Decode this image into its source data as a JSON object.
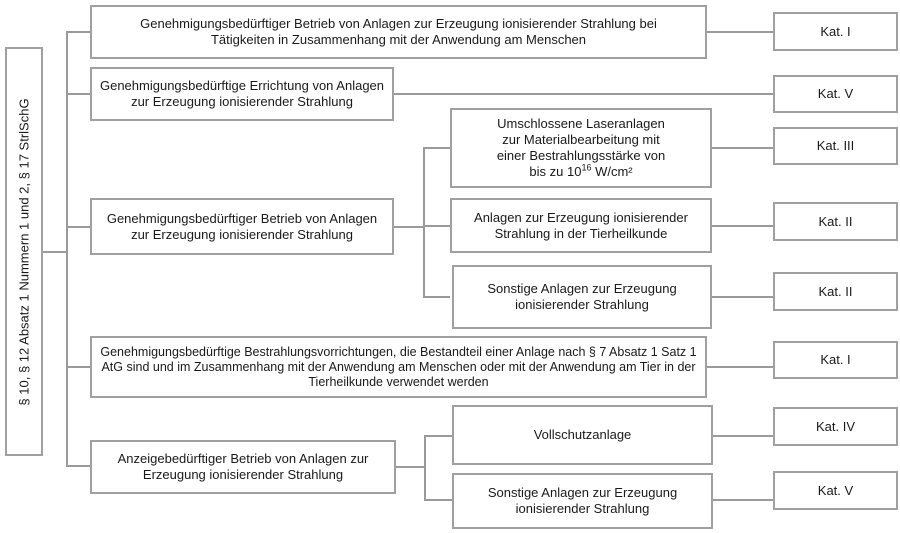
{
  "root": {
    "label": "§ 10, § 12 Absatz 1 Nummern 1 und 2, § 17 StrlSchG"
  },
  "branches": [
    {
      "label": "Genehmigungsbedürftiger Betrieb von Anlagen zur Erzeugung ionisierender Strahlung bei Tätigkeiten in Zusammenhang mit der Anwendung am Menschen",
      "category": "Kat. I"
    },
    {
      "label": "Genehmigungsbedürftige Errichtung von Anlagen zur Erzeugung ionisierender Strahlung",
      "category": "Kat. V"
    },
    {
      "label": "Genehmigungsbedürftiger Betrieb von Anlagen zur Erzeugung ionisierender Strahlung",
      "children": [
        {
          "label_pre": "Umschlossene Laseranlagen zur Materialbearbeitung mit einer Bestrahlungsstärke von bis zu 10",
          "label_sup": "16",
          "label_post": " W/cm²",
          "category": "Kat. III"
        },
        {
          "label": "Anlagen zur Erzeugung ionisierender Strahlung in der Tierheilkunde",
          "category": "Kat. II"
        },
        {
          "label": "Sonstige Anlagen zur Erzeugung ionisierender Strahlung",
          "category": "Kat. II"
        }
      ]
    },
    {
      "label": "Genehmigungsbedürftige Bestrahlungsvorrichtungen, die Bestandteil einer Anlage nach § 7 Absatz 1 Satz 1 AtG sind und im Zusammenhang mit der Anwendung am Menschen oder mit der Anwendung am Tier in der Tierheilkunde verwendet werden",
      "category": "Kat. I"
    },
    {
      "label": "Anzeigebedürftiger Betrieb von Anlagen zur Erzeugung ionisierender Strahlung",
      "children": [
        {
          "label": "Vollschutzanlage",
          "category": "Kat. IV"
        },
        {
          "label": "Sonstige Anlagen zur Erzeugung ionisierender Strahlung",
          "category": "Kat. V"
        }
      ]
    }
  ],
  "colors": {
    "border": "#a0a0a0",
    "connector": "#9a9a9a",
    "text": "#1a1a1a"
  }
}
